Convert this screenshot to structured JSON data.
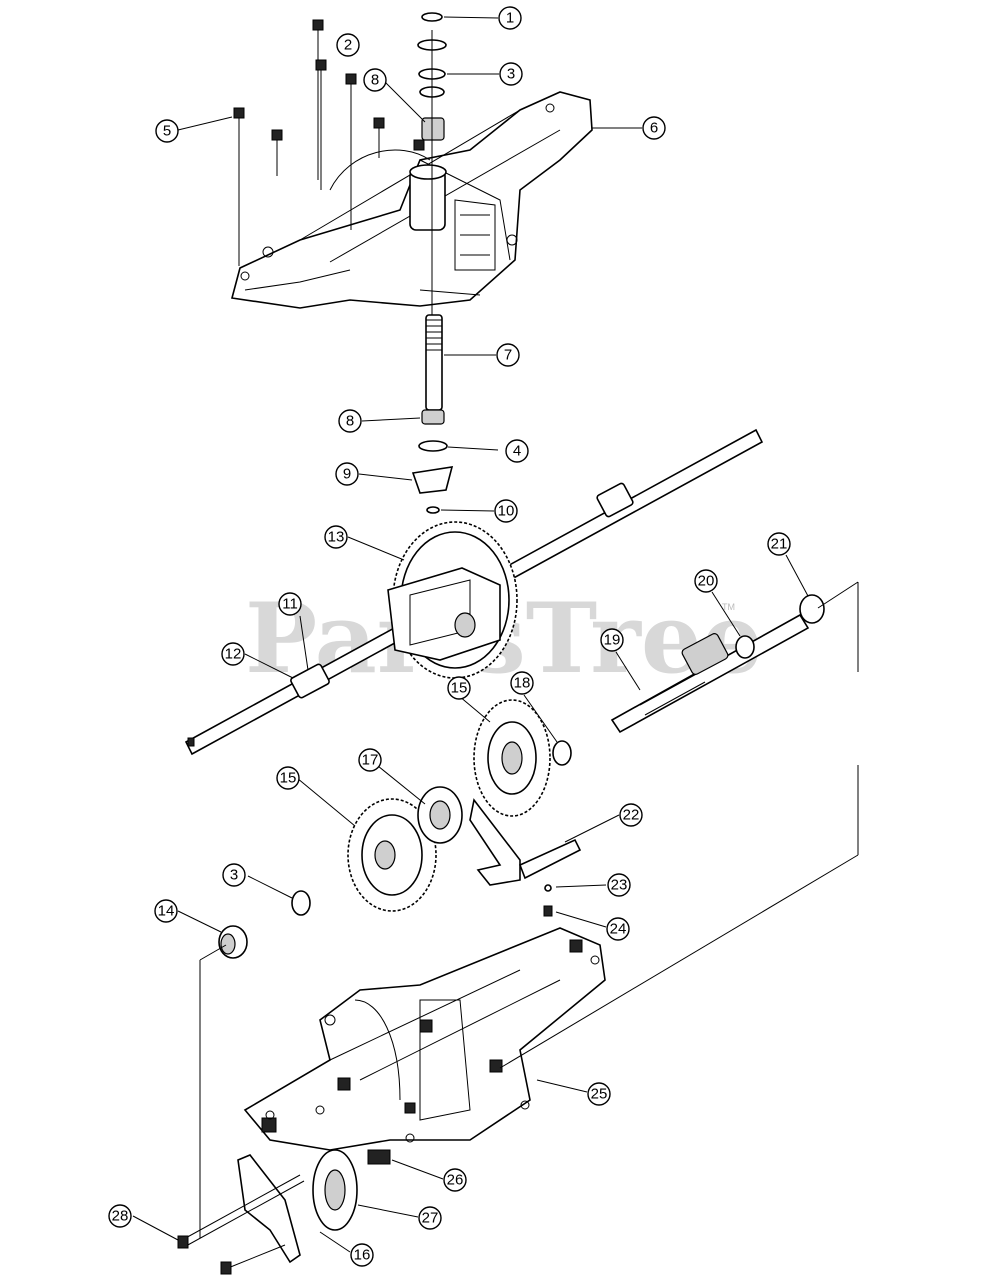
{
  "watermark": {
    "text": "PartsTree",
    "mark": "TM"
  },
  "callouts": [
    {
      "label": "1"
    },
    {
      "label": "2"
    },
    {
      "label": "3"
    },
    {
      "label": "4"
    },
    {
      "label": "5"
    },
    {
      "label": "6"
    },
    {
      "label": "7"
    },
    {
      "label": "8"
    },
    {
      "label": "8"
    },
    {
      "label": "9"
    },
    {
      "label": "10"
    },
    {
      "label": "11"
    },
    {
      "label": "12"
    },
    {
      "label": "13"
    },
    {
      "label": "14"
    },
    {
      "label": "15"
    },
    {
      "label": "15"
    },
    {
      "label": "16"
    },
    {
      "label": "17"
    },
    {
      "label": "18"
    },
    {
      "label": "19"
    },
    {
      "label": "20"
    },
    {
      "label": "21"
    },
    {
      "label": "22"
    },
    {
      "label": "23"
    },
    {
      "label": "24"
    },
    {
      "label": "25"
    },
    {
      "label": "26"
    },
    {
      "label": "27"
    },
    {
      "label": "28"
    },
    {
      "label": "3"
    }
  ]
}
